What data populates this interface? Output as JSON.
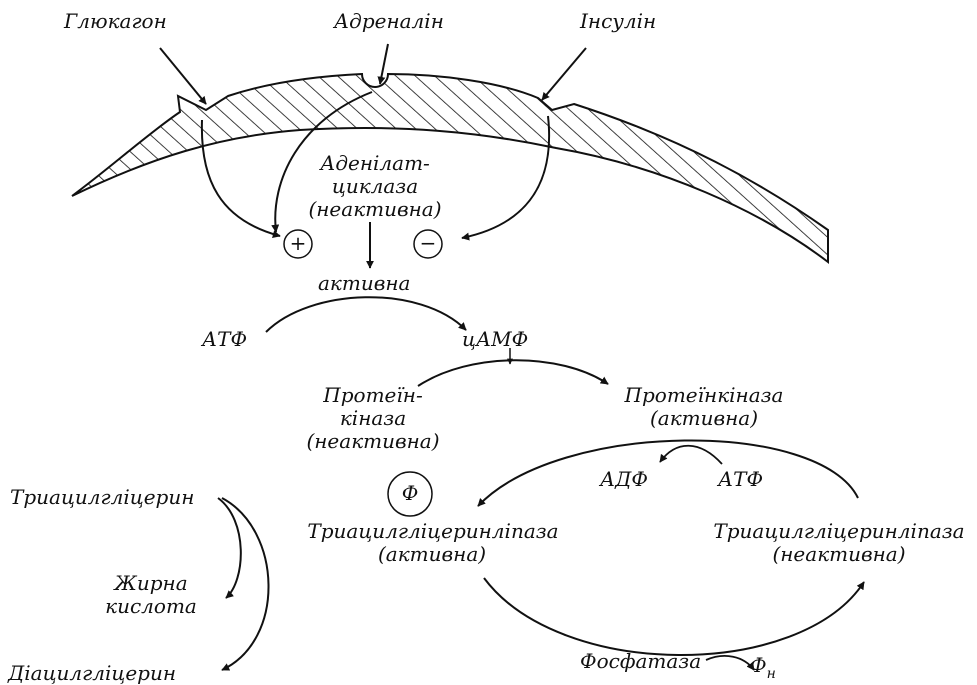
{
  "hormones": {
    "glucagon": "Глюкагон",
    "adrenaline": "Адреналін",
    "insulin": "Інсулін"
  },
  "adenylate_cyclase": {
    "line1": "Аденілат-",
    "line2": "циклаза",
    "line3": "(неактивна)",
    "active": "активна"
  },
  "signs": {
    "plus": "+",
    "minus": "−"
  },
  "atp_left": "АТФ",
  "camp": "цАМФ",
  "protein_kinase_inactive": {
    "line1": "Протеїн-",
    "line2": "кіназа",
    "line3": "(неактивна)"
  },
  "protein_kinase_active": {
    "line1": "Протеїнкіназа",
    "line2": "(активна)"
  },
  "adp": "АДФ",
  "atp_right": "АТФ",
  "phosphate_circle": "Ф",
  "tag_lipase_active": {
    "line1": "Триацилгліцеринліпаза",
    "line2": "(активна)"
  },
  "tag_lipase_inactive": {
    "line1": "Триацилгліцеринліпаза",
    "line2": "(неактивна)"
  },
  "phosphatase": "Фосфатаза",
  "phosphate_inorganic": {
    "main": "Ф",
    "sub": "н"
  },
  "lipolysis": {
    "substrate": "Триацилгліцерин",
    "fatty_acid_line1": "Жирна",
    "fatty_acid_line2": "кислота",
    "product": "Діацилгліцерин"
  },
  "colors": {
    "ink": "#111111",
    "background": "#ffffff"
  }
}
